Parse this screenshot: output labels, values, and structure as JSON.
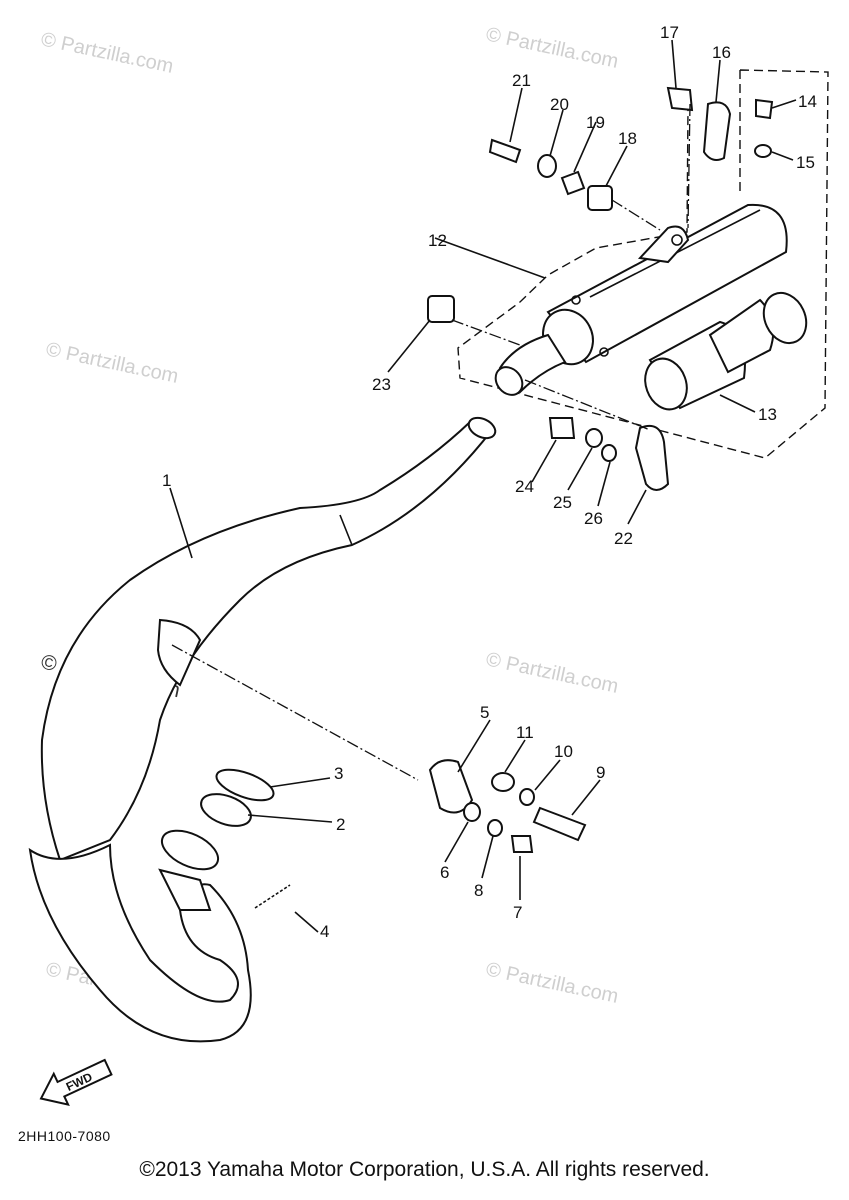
{
  "diagram": {
    "callouts": [
      "1",
      "2",
      "3",
      "4",
      "5",
      "6",
      "7",
      "8",
      "9",
      "10",
      "11",
      "12",
      "13",
      "14",
      "15",
      "16",
      "17",
      "18",
      "19",
      "20",
      "21",
      "22",
      "23",
      "24",
      "25",
      "26"
    ],
    "drawing_code": "2HH100-7080",
    "fwd_label": "FWD"
  },
  "watermark": {
    "text": "© Partzilla.com"
  },
  "footer": {
    "copyright": "©2013  Yamaha Motor Corporation, U.S.A. All rights reserved."
  }
}
